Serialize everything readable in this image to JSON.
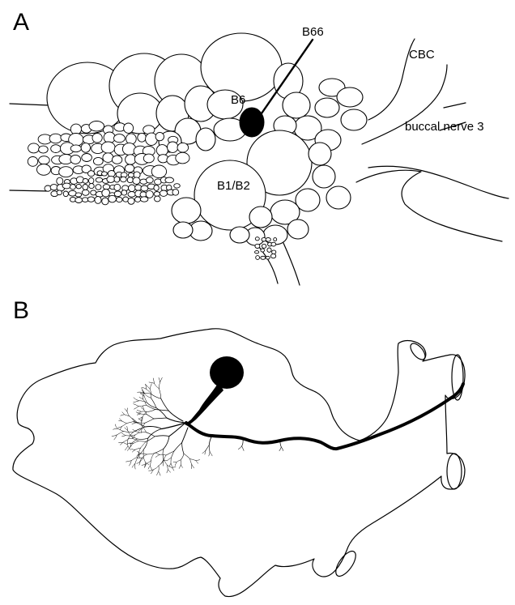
{
  "panel_a": {
    "letter": "A",
    "labels": {
      "b66": "B66",
      "b6": "B6",
      "b1b2": "B1/B2",
      "cbc": "CBC",
      "buccal_nerve": "buccal nerve 3"
    }
  },
  "panel_b": {
    "letter": "B"
  }
}
